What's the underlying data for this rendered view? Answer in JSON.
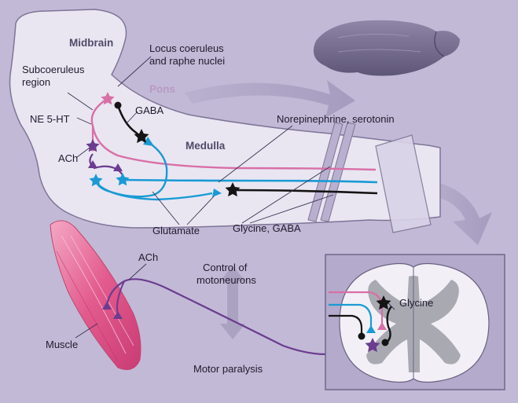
{
  "regions": {
    "midbrain": "Midbrain",
    "pons": "Pons",
    "medulla": "Medulla"
  },
  "labels": {
    "locus_line1": "Locus coeruleus",
    "locus_line2": "and raphe nuclei",
    "subcoeruleus_line1": "Subcoeruleus",
    "subcoeruleus_line2": "region",
    "gaba": "GABA",
    "ne_5ht": "NE 5-HT",
    "norepinephrine": "Norepinephrine, serotonin",
    "ach_brainstem": "ACh",
    "glutamate": "Glutamate",
    "glycine_gaba": "Glycine, GABA",
    "ach_muscle": "ACh",
    "control_line1": "Control of",
    "control_line2": "motoneurons",
    "muscle": "Muscle",
    "motor_paralysis": "Motor paralysis",
    "glycine": "Glycine"
  },
  "colors": {
    "background": "#c2b9d6",
    "brainstem": "#e9e6f2",
    "brainstem_outline": "#7d7596",
    "arrow": "#aaa2c1",
    "pink": "#d96fa6",
    "blue": "#1a9ad4",
    "black": "#141414",
    "purple": "#6b3c8f",
    "muscle": "#e35b8e",
    "spinal_white": "#f2f0f6",
    "spinal_gray": "#a9a9b2",
    "inset": "#b4aacb"
  }
}
